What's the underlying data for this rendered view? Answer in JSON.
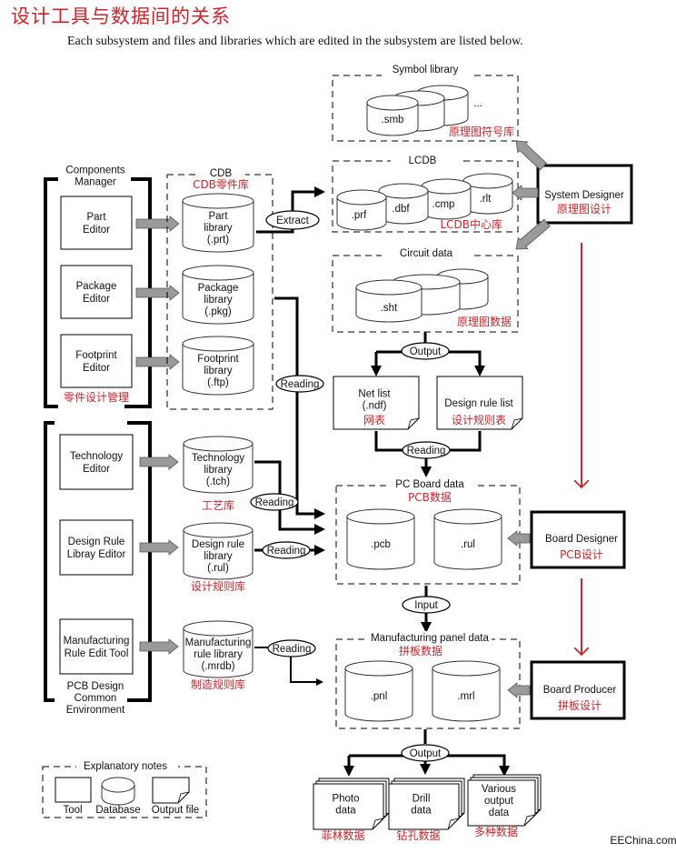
{
  "title": "设计工具与数据间的关系",
  "subtitle": "Each subsystem and files and libraries which are edited in the subsystem are listed below.",
  "components_manager": {
    "label": [
      "Components",
      "Manager"
    ],
    "cn_label": "零件设计管理",
    "tools": [
      {
        "label": [
          "Part",
          "Editor"
        ]
      },
      {
        "label": [
          "Package",
          "Editor"
        ]
      },
      {
        "label": [
          "Footprint",
          "Editor"
        ]
      }
    ]
  },
  "cdb": {
    "label": "CDB",
    "cn_label": "CDB零件库",
    "libraries": [
      {
        "label": [
          "Part",
          "library",
          "(.prt)"
        ]
      },
      {
        "label": [
          "Package",
          "library",
          "(.pkg)"
        ]
      },
      {
        "label": [
          "Footprint",
          "library",
          "(.ftp)"
        ]
      }
    ]
  },
  "pcb_common": {
    "label": [
      "PCB Design",
      "Common",
      "Environment"
    ],
    "tools": [
      {
        "label": [
          "Technology",
          "Editor"
        ]
      },
      {
        "label": [
          "Design Rule",
          "Libray Editor"
        ]
      },
      {
        "label": [
          "Manufacturing",
          "Rule Edit Tool"
        ]
      }
    ],
    "libraries": [
      {
        "label": [
          "Technology",
          "library",
          "(.tch)"
        ],
        "cn_label": "工艺库"
      },
      {
        "label": [
          "Design rule",
          "library",
          "(.rul)"
        ],
        "cn_label": "设计规则库"
      },
      {
        "label": [
          "Manufacturing",
          "rule library",
          "(.mrdb)"
        ],
        "cn_label": "制造规则库"
      }
    ]
  },
  "symbol_library": {
    "label": "Symbol library",
    "cn_label": "原理图符号库",
    "files": [
      ".smb",
      "..."
    ]
  },
  "lcdb": {
    "label": "LCDB",
    "cn_label": "LCDB中心库",
    "files": [
      ".prf",
      ".dbf",
      ".cmp",
      ".rlt"
    ]
  },
  "circuit_data": {
    "label": "Circuit data",
    "cn_label": "原理图数据",
    "files": [
      ".sht"
    ]
  },
  "outputs_mid": [
    {
      "label": [
        "Net list",
        "(.ndf)"
      ],
      "cn_label": "网表"
    },
    {
      "label": [
        "Design rule list"
      ],
      "cn_label": "设计规则表"
    }
  ],
  "pcb_data": {
    "label": "PC Board data",
    "cn_label": "PCB数据",
    "files": [
      ".pcb",
      ".rul"
    ]
  },
  "panel_data": {
    "label": "Manufacturing panel data",
    "cn_label": "拼板数据",
    "files": [
      ".pnl",
      ".mrl"
    ]
  },
  "designers": [
    {
      "label": "System Designer",
      "cn_label": "原理图设计"
    },
    {
      "label": "Board Designer",
      "cn_label": "PCB设计"
    },
    {
      "label": "Board Producer",
      "cn_label": "拼板设计"
    }
  ],
  "final_outputs": [
    {
      "label": [
        "Photo",
        "data"
      ],
      "cn_label": "菲林数据"
    },
    {
      "label": [
        "Drill",
        "data"
      ],
      "cn_label": "钻孔数据"
    },
    {
      "label": [
        "Various",
        "output",
        "data"
      ],
      "cn_label": "多种数据"
    }
  ],
  "actions": {
    "extract": "Extract",
    "reading": "Reading",
    "output": "Output",
    "input": "Input"
  },
  "legend": {
    "title": "Explanatory notes",
    "items": [
      "Tool",
      "Database",
      "Output file"
    ]
  },
  "watermark": "EEChina.com",
  "colors": {
    "accent_red": "#c8262c",
    "arrow_gray": "#9a9a9a"
  }
}
